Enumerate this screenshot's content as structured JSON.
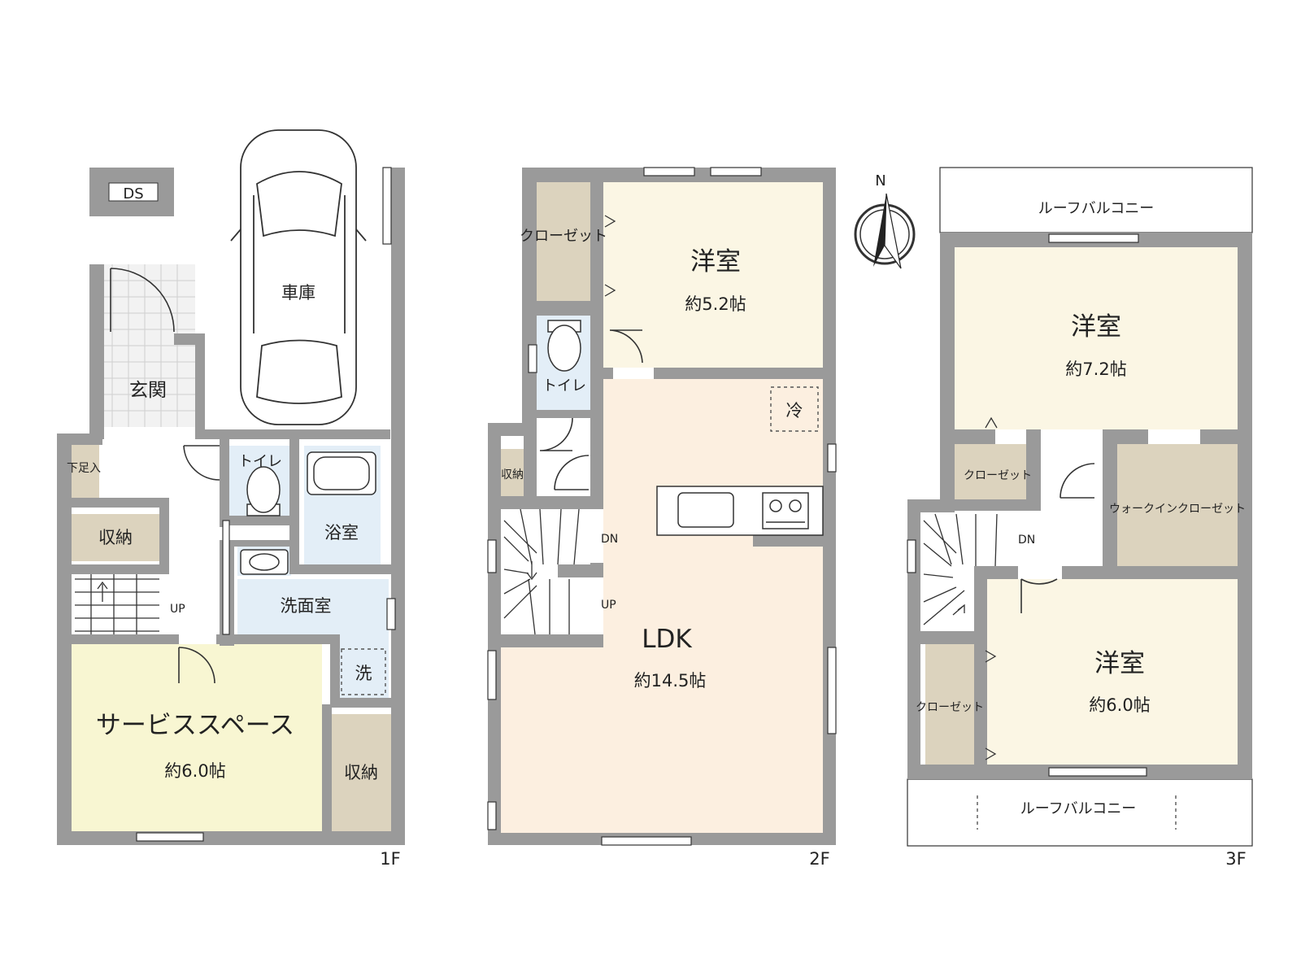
{
  "colors": {
    "wall": "#9a9a9a",
    "storage": "#dcd3be",
    "wet_area": "#e3eef7",
    "bedroom": "#fbf6e4",
    "ldk": "#fcefe0",
    "service_space": "#f8f6d2",
    "tile": "#f2f2f2"
  },
  "icons": [
    "compass-icon",
    "car-icon",
    "toilet-icon",
    "bathtub-icon",
    "sink-icon",
    "stove-icon",
    "door-swing-icon",
    "staircase-icon"
  ],
  "compass": {
    "label": "N"
  },
  "floor1": {
    "label": "1F",
    "ds": "DS",
    "garage": "車庫",
    "entrance": "玄関",
    "shoe_storage": "下足入",
    "storage1": "収納",
    "toilet": "トイレ",
    "bath": "浴室",
    "washroom": "洗面室",
    "washer": "洗",
    "stairs_up": "UP",
    "service_space": "サービススペース",
    "service_space_size": "約6.0帖",
    "storage2": "収納"
  },
  "floor2": {
    "label": "2F",
    "closet": "クローゼット",
    "western_room": "洋室",
    "western_room_size": "約5.2帖",
    "toilet": "トイレ",
    "fridge": "冷",
    "storage": "収納",
    "stairs_dn": "DN",
    "stairs_up": "UP",
    "ldk": "LDK",
    "ldk_size": "約14.5帖"
  },
  "floor3": {
    "label": "3F",
    "roof_balcony_top": "ルーフバルコニー",
    "western_room_a": "洋室",
    "western_room_a_size": "約7.2帖",
    "closet_a": "クローゼット",
    "walk_in_closet": "ウォークインクローゼット",
    "stairs_dn": "DN",
    "closet_b": "クローゼット",
    "western_room_b": "洋室",
    "western_room_b_size": "約6.0帖",
    "roof_balcony_bottom": "ルーフバルコニー"
  }
}
